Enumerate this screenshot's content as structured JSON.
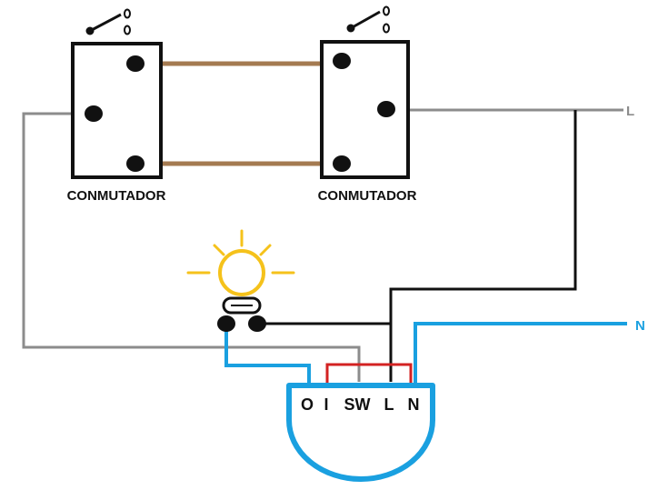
{
  "switch_left": {
    "label": "CONMUTADOR"
  },
  "switch_right": {
    "label": "CONMUTADOR"
  },
  "line_label": "L",
  "neutral_label": "N",
  "module": {
    "terminals": [
      {
        "id": "O",
        "label": "O"
      },
      {
        "id": "I",
        "label": "I"
      },
      {
        "id": "SW",
        "label": "SW"
      },
      {
        "id": "L",
        "label": "L"
      },
      {
        "id": "N",
        "label": "N"
      }
    ]
  },
  "colors": {
    "traveler": "#a47a51",
    "gray_wire": "#8c8c8c",
    "black_wire": "#111111",
    "blue_wire": "#1aa0e0",
    "red_bridge": "#d32222",
    "bulb": "#f5c21b",
    "outline": "#111111"
  },
  "icons": {
    "switch_toggle": "switch-toggle-icon",
    "bulb": "light-bulb-icon"
  }
}
